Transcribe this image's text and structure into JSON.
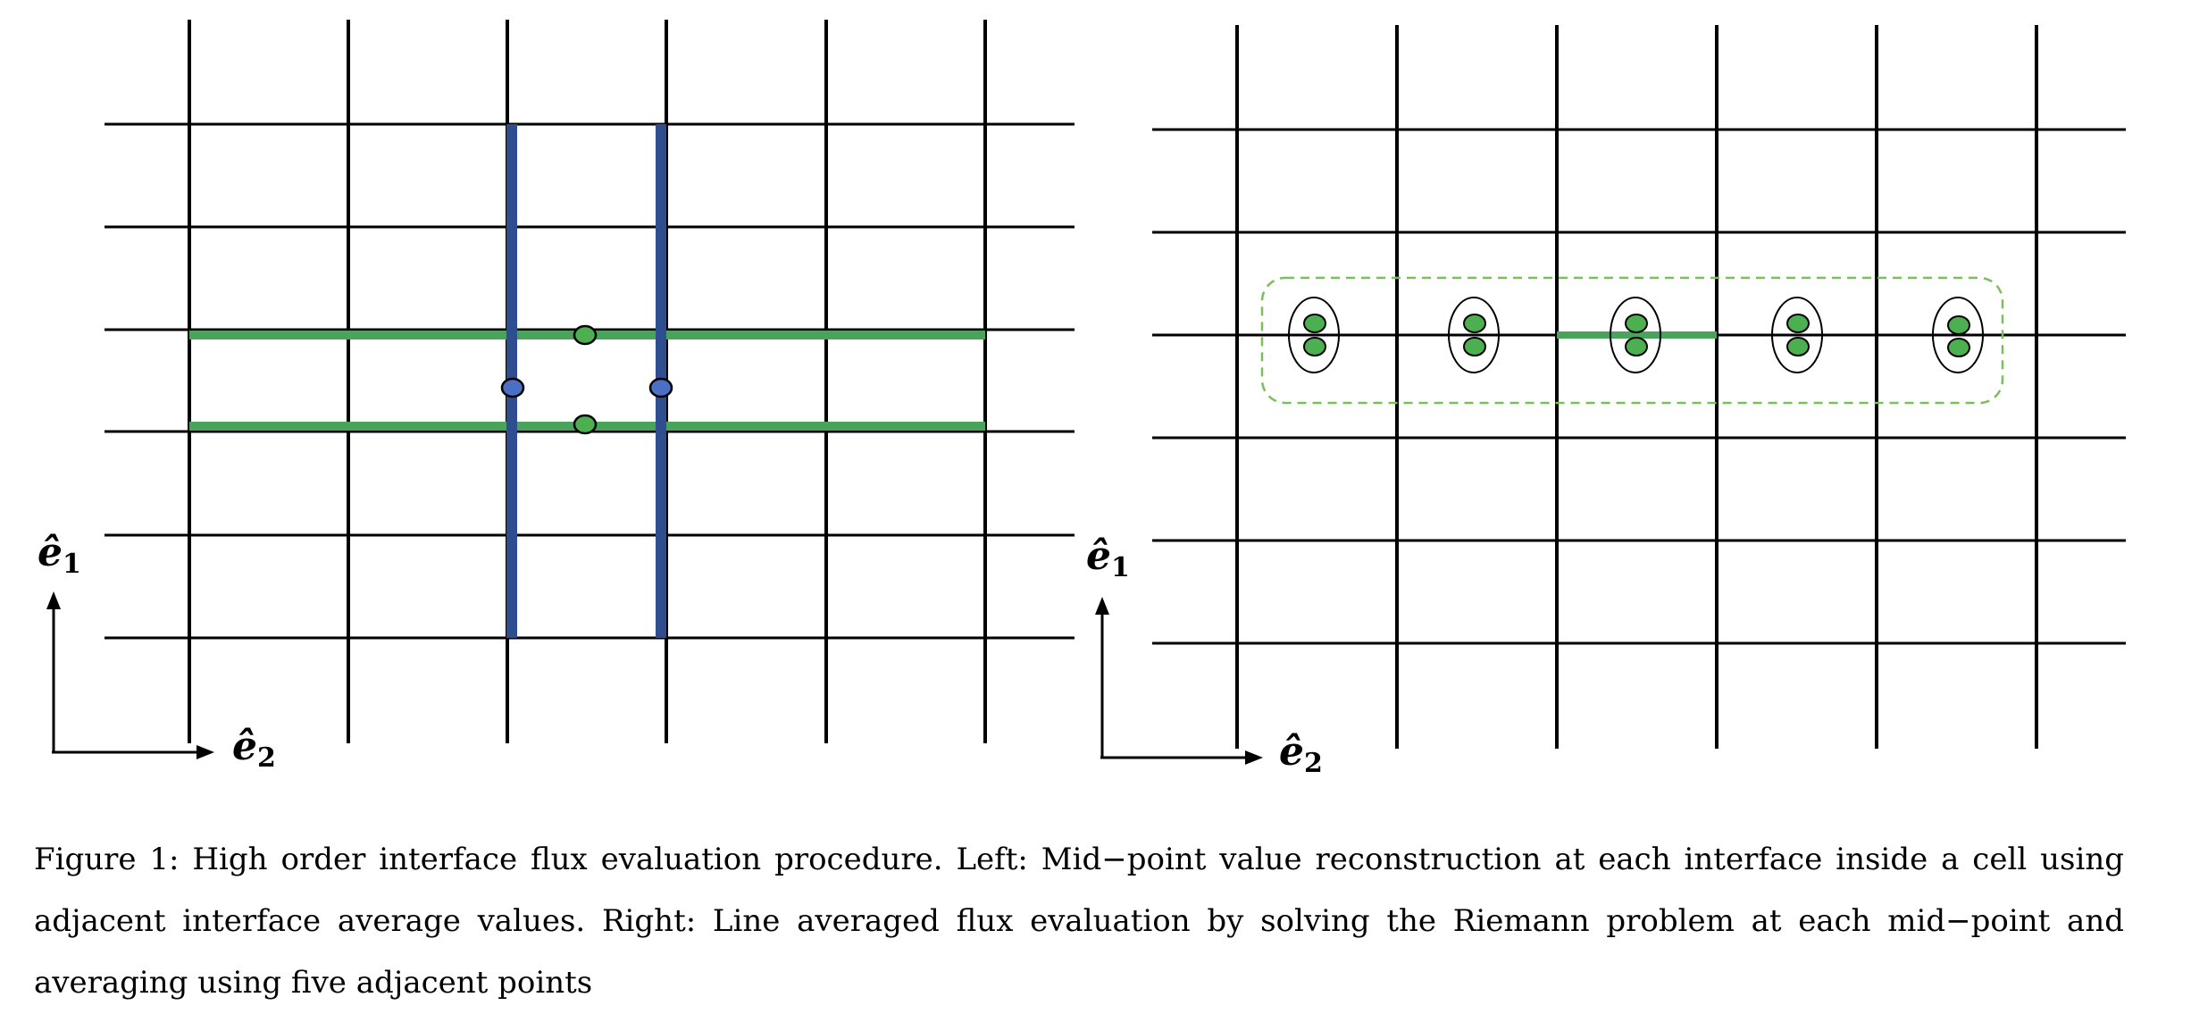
{
  "figure": {
    "left_panel": {
      "axis_up": {
        "symbol": "ê",
        "subscript": "1"
      },
      "axis_right": {
        "symbol": "ê",
        "subscript": "2"
      }
    },
    "right_panel": {
      "axis_up": {
        "symbol": "ê",
        "subscript": "1"
      },
      "axis_right": {
        "symbol": "ê",
        "subscript": "2"
      }
    }
  },
  "caption": {
    "text": "Figure 1: High order interface flux evaluation procedure. Left: Mid−point value reconstruction at each interface inside a cell using adjacent interface average values. Right: Line averaged flux evaluation by solving the Riemann problem at each mid−point and averaging using five adjacent points"
  },
  "colors": {
    "grid": "#000000",
    "green": "#4aa35a",
    "green_dot": "#4caf50",
    "blue": "#2e4e8f",
    "blue_dot": "#4a6fc4",
    "dashed": "#7bbf5a"
  }
}
